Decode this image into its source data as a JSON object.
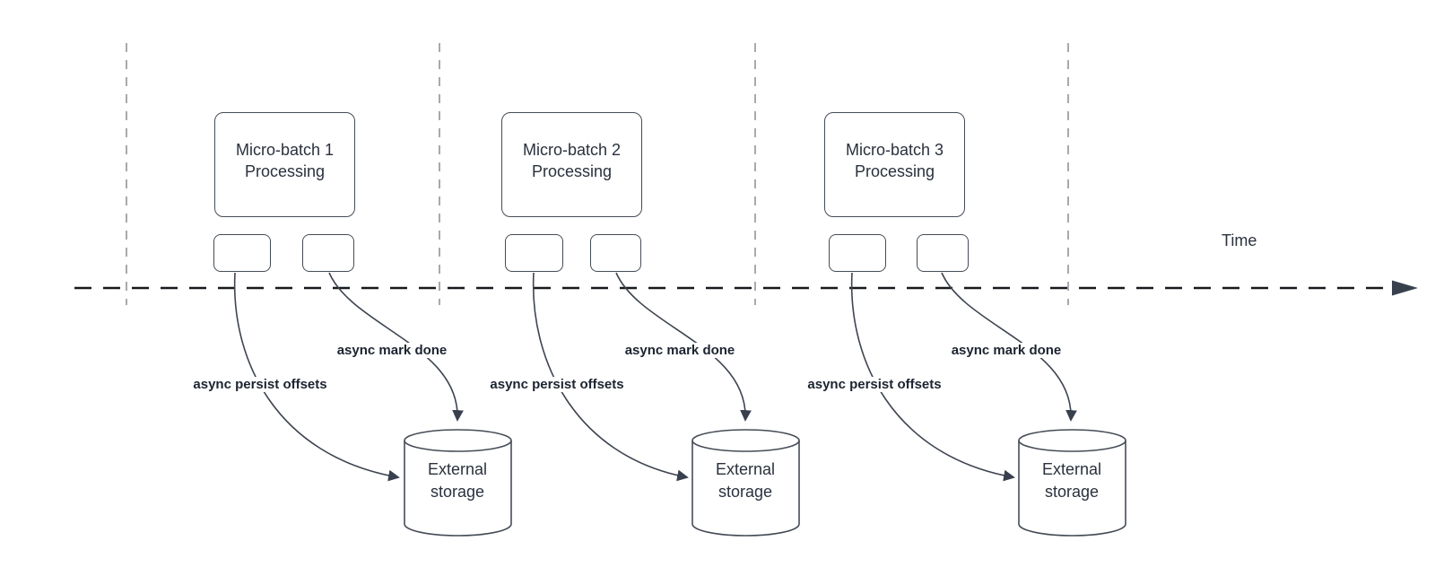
{
  "time_label": "Time",
  "batches": [
    {
      "title_line1": "Micro-batch 1",
      "title_line2": "Processing",
      "persist_label": "async persist offsets",
      "mark_label": "async mark done",
      "storage_line1": "External",
      "storage_line2": "storage"
    },
    {
      "title_line1": "Micro-batch 2",
      "title_line2": "Processing",
      "persist_label": "async persist offsets",
      "mark_label": "async mark done",
      "storage_line1": "External",
      "storage_line2": "storage"
    },
    {
      "title_line1": "Micro-batch 3",
      "title_line2": "Processing",
      "persist_label": "async persist offsets",
      "mark_label": "async mark done",
      "storage_line1": "External",
      "storage_line2": "storage"
    }
  ],
  "colors": {
    "shape_stroke": "#454c56",
    "curve_stroke": "#3e4550",
    "arrowhead_fill": "#39404d",
    "timeline_stroke": "#17191c",
    "guide_line": "#a9a9ad",
    "label_text": "#1c2430",
    "body_text": "#2a313d"
  }
}
